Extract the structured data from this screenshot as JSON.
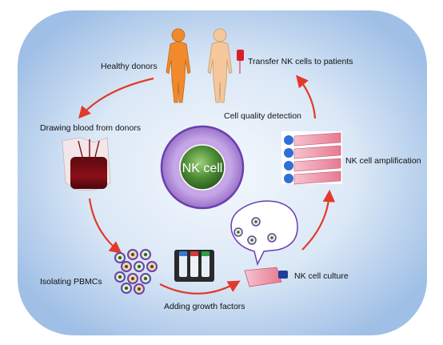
{
  "diagram": {
    "center_label": "NK cell",
    "steps": {
      "healthy_donors": "Healthy donors",
      "transfer": "Transfer NK cells to patients",
      "drawing_blood": "Drawing blood from donors",
      "quality_detection": "Cell quality detection",
      "amplification": "NK cell amplification",
      "isolating_pbmcs": "Isolating PBMCs",
      "culture": "NK cell culture",
      "growth_factors": "Adding growth factors"
    },
    "colors": {
      "background_outer": "#eef4fb",
      "background_inner": "#a9c6ea",
      "arrow": "#e23a2a",
      "nk_ring": "#b593d8",
      "nk_core": "#3f7a2e",
      "body_orange": "#f08a2c",
      "body_skin": "#f5c79a",
      "blood": "#8b0f18",
      "culture_outline": "#6b3fb0"
    }
  }
}
